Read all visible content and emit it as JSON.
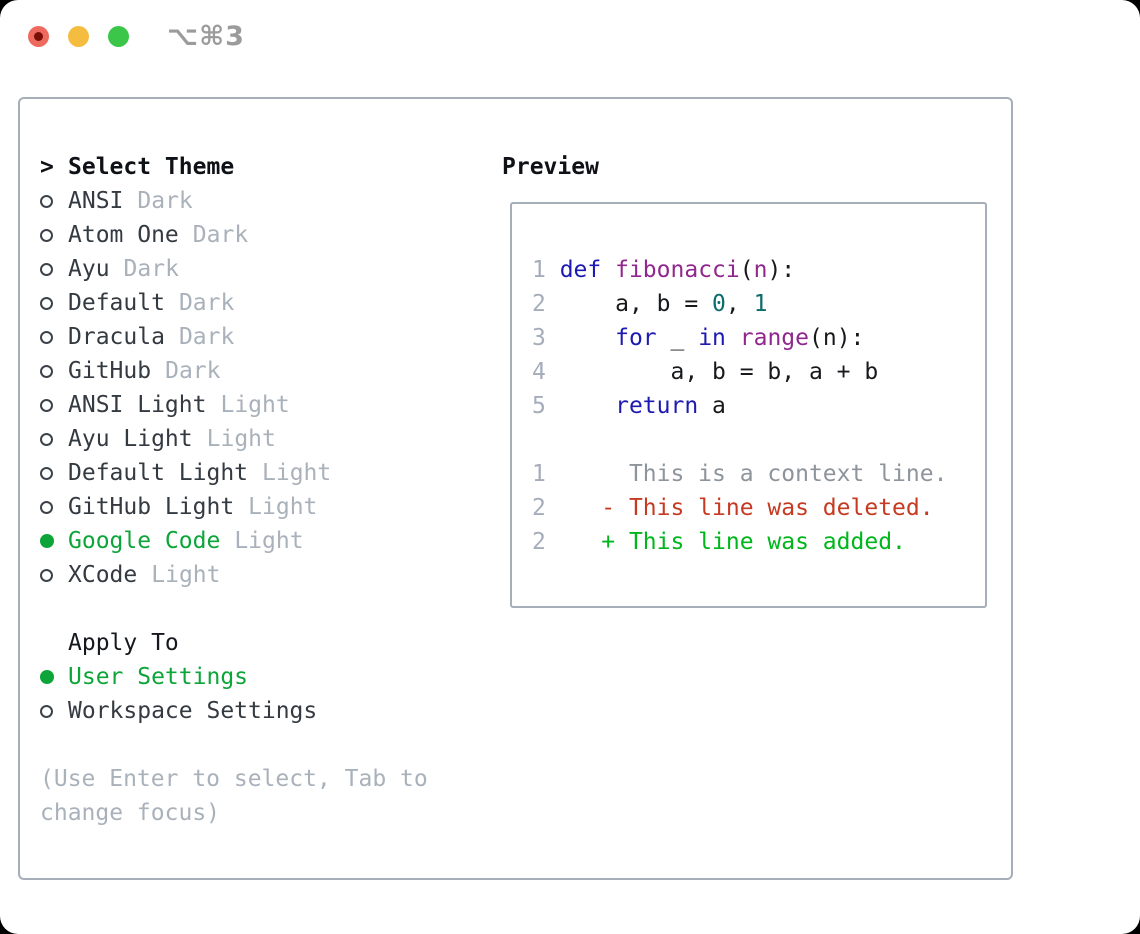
{
  "window": {
    "title": "⌥⌘3",
    "traffic_lights": [
      {
        "name": "close-button",
        "color": "#ee6a5f",
        "has_dot": true
      },
      {
        "name": "minimize-button",
        "color": "#f5bd40",
        "has_dot": false
      },
      {
        "name": "zoom-button",
        "color": "#3bc649",
        "has_dot": false
      }
    ]
  },
  "select_theme": {
    "header_marker": ">",
    "header": "Select Theme",
    "items": [
      {
        "name": "ANSI",
        "variant": "Dark",
        "selected": false
      },
      {
        "name": "Atom One",
        "variant": "Dark",
        "selected": false
      },
      {
        "name": "Ayu",
        "variant": "Dark",
        "selected": false
      },
      {
        "name": "Default",
        "variant": "Dark",
        "selected": false
      },
      {
        "name": "Dracula",
        "variant": "Dark",
        "selected": false
      },
      {
        "name": "GitHub",
        "variant": "Dark",
        "selected": false
      },
      {
        "name": "ANSI Light",
        "variant": "Light",
        "selected": false
      },
      {
        "name": "Ayu Light",
        "variant": "Light",
        "selected": false
      },
      {
        "name": "Default Light",
        "variant": "Light",
        "selected": false
      },
      {
        "name": "GitHub Light",
        "variant": "Light",
        "selected": false
      },
      {
        "name": "Google Code",
        "variant": "Light",
        "selected": true
      },
      {
        "name": "XCode",
        "variant": "Light",
        "selected": false
      }
    ]
  },
  "apply_to": {
    "header": "Apply To",
    "items": [
      {
        "name": "User Settings",
        "selected": true
      },
      {
        "name": "Workspace Settings",
        "selected": false
      }
    ]
  },
  "help_lines": [
    "(Use Enter to select, Tab to",
    "change focus)"
  ],
  "preview": {
    "header": "Preview",
    "code_lines": [
      {
        "segs": [
          {
            "t": "1 ",
            "s": "ln"
          },
          {
            "t": "def",
            "s": "kw"
          },
          {
            "t": " ",
            "s": "pln"
          },
          {
            "t": "fibonacci",
            "s": "fn"
          },
          {
            "t": "(",
            "s": "pln"
          },
          {
            "t": "n",
            "s": "fn"
          },
          {
            "t": "):",
            "s": "pln"
          }
        ]
      },
      {
        "segs": [
          {
            "t": "2 ",
            "s": "ln"
          },
          {
            "t": "    a, b = ",
            "s": "pln"
          },
          {
            "t": "0",
            "s": "num"
          },
          {
            "t": ", ",
            "s": "pln"
          },
          {
            "t": "1",
            "s": "num"
          }
        ]
      },
      {
        "segs": [
          {
            "t": "3 ",
            "s": "ln"
          },
          {
            "t": "    ",
            "s": "pln"
          },
          {
            "t": "for",
            "s": "kw"
          },
          {
            "t": " _ ",
            "s": "pln"
          },
          {
            "t": "in",
            "s": "kw"
          },
          {
            "t": " ",
            "s": "pln"
          },
          {
            "t": "range",
            "s": "fn"
          },
          {
            "t": "(n):",
            "s": "pln"
          }
        ]
      },
      {
        "segs": [
          {
            "t": "4 ",
            "s": "ln"
          },
          {
            "t": "        a, b = b, a + b",
            "s": "pln"
          }
        ]
      },
      {
        "segs": [
          {
            "t": "5 ",
            "s": "ln"
          },
          {
            "t": "    ",
            "s": "pln"
          },
          {
            "t": "return",
            "s": "kw"
          },
          {
            "t": " a",
            "s": "pln"
          }
        ]
      },
      {
        "segs": []
      },
      {
        "segs": [
          {
            "t": "1 ",
            "s": "ln"
          },
          {
            "t": "     This is a context line.",
            "s": "ctx"
          }
        ]
      },
      {
        "segs": [
          {
            "t": "2 ",
            "s": "ln"
          },
          {
            "t": "   - This line was deleted.",
            "s": "del"
          }
        ]
      },
      {
        "segs": [
          {
            "t": "2 ",
            "s": "ln"
          },
          {
            "t": "   + This line was added.",
            "s": "add"
          }
        ]
      }
    ]
  },
  "colors": {
    "ui_selected_green": "#0da53a",
    "diff_added_green": "#00b61b",
    "diff_deleted_red": "#c63a22",
    "context_gray": "#8d949c",
    "keyword_blue": "#1c1ab0",
    "function_purple": "#90278e",
    "number_teal": "#0c6b6b",
    "muted_gray": "#a9b1bb",
    "line_number_gray": "#a5adbb",
    "panel_border": "#a6aeb9",
    "title_gray": "#9b9b9b",
    "traffic_red": "#ee6a5f",
    "traffic_red_dot": "#7a0f08",
    "traffic_yellow": "#f5bd40",
    "traffic_green": "#3bc649"
  }
}
